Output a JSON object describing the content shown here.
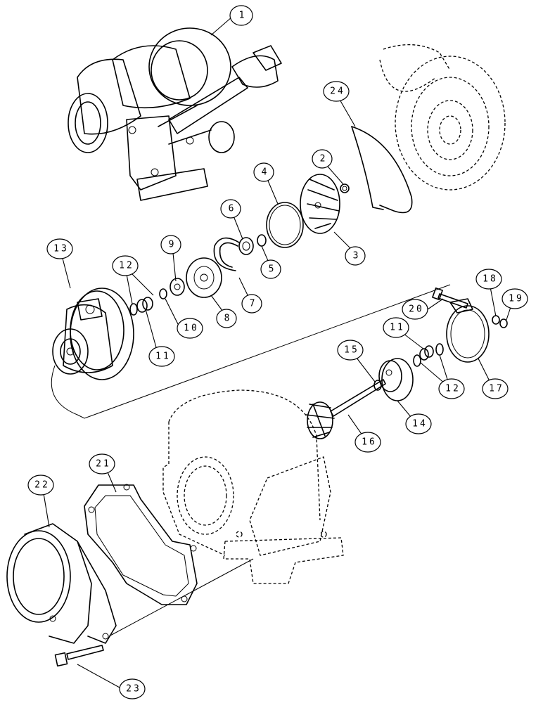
{
  "callouts": [
    {
      "id": "c1",
      "label": "1"
    },
    {
      "id": "c2",
      "label": "2"
    },
    {
      "id": "c3",
      "label": "3"
    },
    {
      "id": "c4",
      "label": "4"
    },
    {
      "id": "c5",
      "label": "5"
    },
    {
      "id": "c6",
      "label": "6"
    },
    {
      "id": "c7",
      "label": "7"
    },
    {
      "id": "c8",
      "label": "8"
    },
    {
      "id": "c9",
      "label": "9"
    },
    {
      "id": "c10",
      "label": "10"
    },
    {
      "id": "c11a",
      "label": "11"
    },
    {
      "id": "c11b",
      "label": "11"
    },
    {
      "id": "c12a",
      "label": "12"
    },
    {
      "id": "c12b",
      "label": "12"
    },
    {
      "id": "c13",
      "label": "13"
    },
    {
      "id": "c14",
      "label": "14"
    },
    {
      "id": "c15",
      "label": "15"
    },
    {
      "id": "c16",
      "label": "16"
    },
    {
      "id": "c17",
      "label": "17"
    },
    {
      "id": "c18",
      "label": "18"
    },
    {
      "id": "c19",
      "label": "19"
    },
    {
      "id": "c20",
      "label": "20"
    },
    {
      "id": "c21",
      "label": "21"
    },
    {
      "id": "c22",
      "label": "22"
    },
    {
      "id": "c23",
      "label": "23"
    },
    {
      "id": "c24",
      "label": "24"
    }
  ]
}
